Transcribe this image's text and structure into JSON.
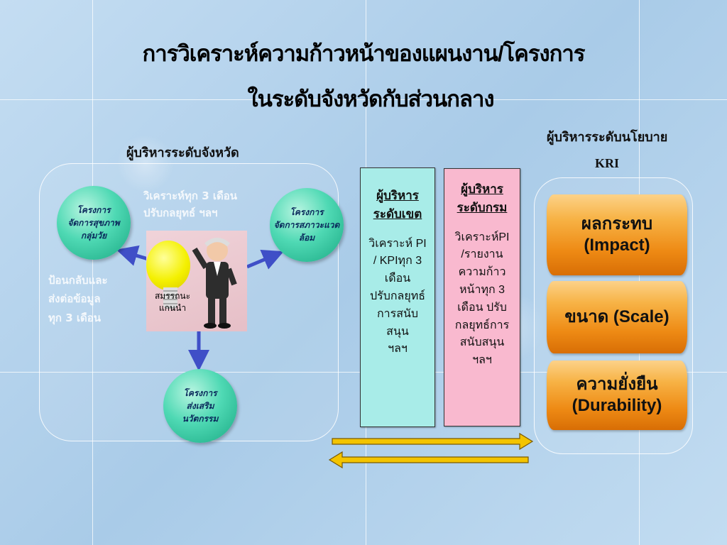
{
  "title": {
    "line1": "การวิเคราะห์ความก้าวหน้าของแผนงาน/โครงการ",
    "line2": "ในระดับจังหวัดกับส่วนกลาง"
  },
  "province": {
    "heading": "ผู้บริหารระดับจังหวัด",
    "circles": [
      "โครงการ\nจัดการสุขภาพ\nกลุ่มวัย",
      "โครงการ\nจัดการสภาวะแวด\nล้อม",
      "โครงการ\nส่งเสริม\nนวัตกรรม"
    ],
    "analysis_text": "วิเคราะห์ทุก 3 เดือน\nปรับกลยุทธ์ ฯลฯ",
    "feedback_text": "ป้อนกลับและ\nส่งต่อข้อมูล\nทุก 3 เดือน",
    "core_label": "สมรรถนะ\nแกนนำ"
  },
  "district_box": {
    "title": "ผู้บริหาร\nระดับเขต",
    "body": "วิเคราะห์ PI\n/ KPIทุก 3\nเดือน\nปรับกลยุทธ์\nการสนับ\nสนุน\nฯลฯ",
    "color": "#a8ece8"
  },
  "department_box": {
    "title": "ผู้บริหาร\nระดับกรม",
    "body": "วิเคราะห์PI\n/รายงาน\nความก้าว\nหน้าทุก 3\nเดือน ปรับ\nกลยุทธ์การ\nสนับสนุน\nฯลฯ",
    "color": "#f9b9cf"
  },
  "policy": {
    "heading": "ผู้บริหารระดับนโยบาย",
    "kri": "KRI",
    "items": [
      "ผลกระทบ (Impact)",
      "ขนาด (Scale)",
      "ความยั่งยืน\n(Durability)"
    ]
  },
  "colors": {
    "arrow_blue": "#3f4fc7",
    "flow_arrow": "#f3c400"
  }
}
